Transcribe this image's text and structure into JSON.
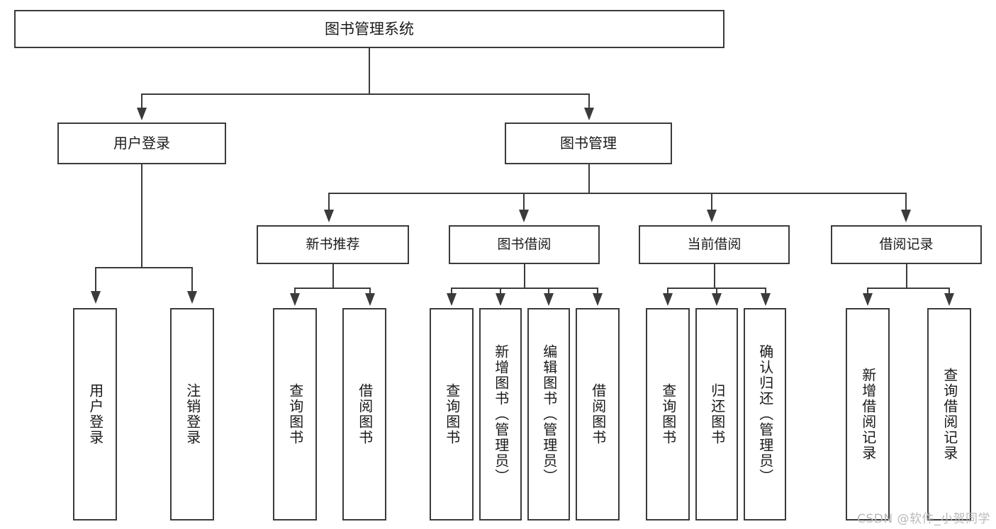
{
  "diagram": {
    "kind": "tree",
    "title": "图书管理系统",
    "watermark": "CSDN @软件_小贺同学",
    "colors": {
      "stroke": "#3b3b3b",
      "fill": "#ffffff",
      "text": "#1a1a1a",
      "watermark": "#b9b9b9"
    },
    "root": {
      "label": "图书管理系统"
    },
    "level1": [
      {
        "label": "用户登录"
      },
      {
        "label": "图书管理"
      }
    ],
    "level2": [
      {
        "label": "新书推荐"
      },
      {
        "label": "图书借阅"
      },
      {
        "label": "当前借阅"
      },
      {
        "label": "借阅记录"
      }
    ],
    "leaves": {
      "user_login": [
        {
          "label": "用户登录"
        },
        {
          "label": "注销登录"
        }
      ],
      "new_book_recommend": [
        {
          "label": "查询图书"
        },
        {
          "label": "借阅图书"
        }
      ],
      "book_borrow": [
        {
          "label": "查询图书"
        },
        {
          "label": "新增图书（管理员）"
        },
        {
          "label": "编辑图书（管理员）"
        },
        {
          "label": "借阅图书"
        }
      ],
      "current_borrow": [
        {
          "label": "查询图书"
        },
        {
          "label": "归还图书"
        },
        {
          "label": "确认归还（管理员）"
        }
      ],
      "borrow_records": [
        {
          "label": "新增借阅记录"
        },
        {
          "label": "查询借阅记录"
        }
      ]
    }
  }
}
